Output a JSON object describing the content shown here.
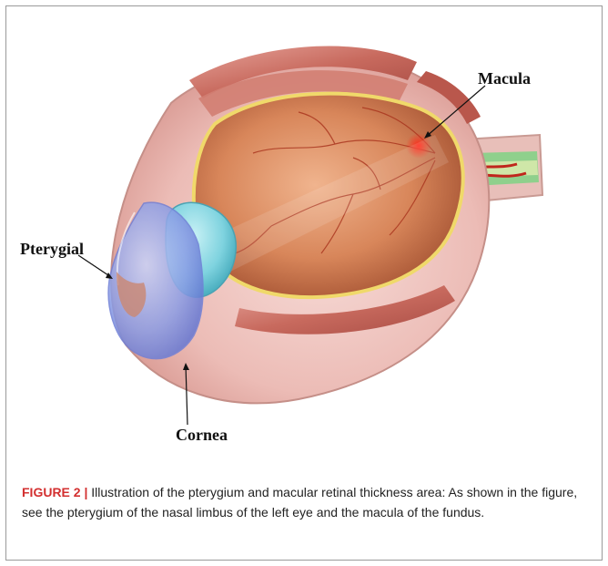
{
  "figure": {
    "labels": {
      "macula": "Macula",
      "pterygial": "Pterygial",
      "cornea": "Cornea"
    },
    "caption": {
      "number": "FIGURE 2",
      "separator": " | ",
      "text": "Illustration of the pterygium and macular retinal thickness area: As shown in the figure, see the pterygium of the nasal limbus of the left eye and the macula of the fundus."
    },
    "colors": {
      "caption_accent": "#d32f2f",
      "sclera": "#f1c9c4",
      "muscle": "#c86a5e",
      "retina": "#d98a5a",
      "cornea": "#7a8fe0",
      "lens": "#7fd3df",
      "macula": "#e23a2a"
    }
  }
}
